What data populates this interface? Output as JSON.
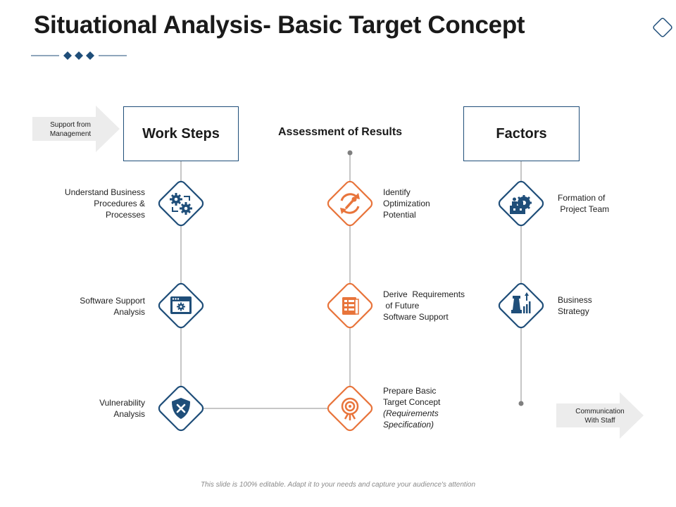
{
  "title": "Situational Analysis- Basic Target Concept",
  "colors": {
    "navy": "#1f4e79",
    "orange": "#e8743b",
    "line": "#7f7f7f",
    "arrow_fill": "#ececec"
  },
  "arrows": {
    "support": "Support from\nManagement",
    "communication": "Communication\nWith Staff"
  },
  "columns": {
    "work_steps": "Work Steps",
    "assessment": "Assessment of Results",
    "factors": "Factors"
  },
  "work_steps": [
    {
      "label": "Understand Business\nProcedures &\nProcesses",
      "icon": "gears-cycle-icon"
    },
    {
      "label": "Software Support\nAnalysis",
      "icon": "browser-gear-icon"
    },
    {
      "label": "Vulnerability\nAnalysis",
      "icon": "shield-x-icon"
    }
  ],
  "assessment": [
    {
      "label": "Identify\nOptimization\nPotential",
      "icon": "wrench-cycle-icon"
    },
    {
      "label": "Derive  Requirements\n of Future\nSoftware Support",
      "icon": "checklist-icon"
    },
    {
      "label_lines": [
        "Prepare Basic",
        "Target Concept"
      ],
      "label_italic": "(Requirements\nSpecification)",
      "icon": "target-icon"
    }
  ],
  "factors": [
    {
      "label": "Formation of\n Project Team",
      "icon": "team-puzzle-icon"
    },
    {
      "label": "Business\nStrategy",
      "icon": "chess-chart-icon"
    }
  ],
  "footer": "This slide is 100% editable. Adapt it to your needs and capture your audience's attention"
}
